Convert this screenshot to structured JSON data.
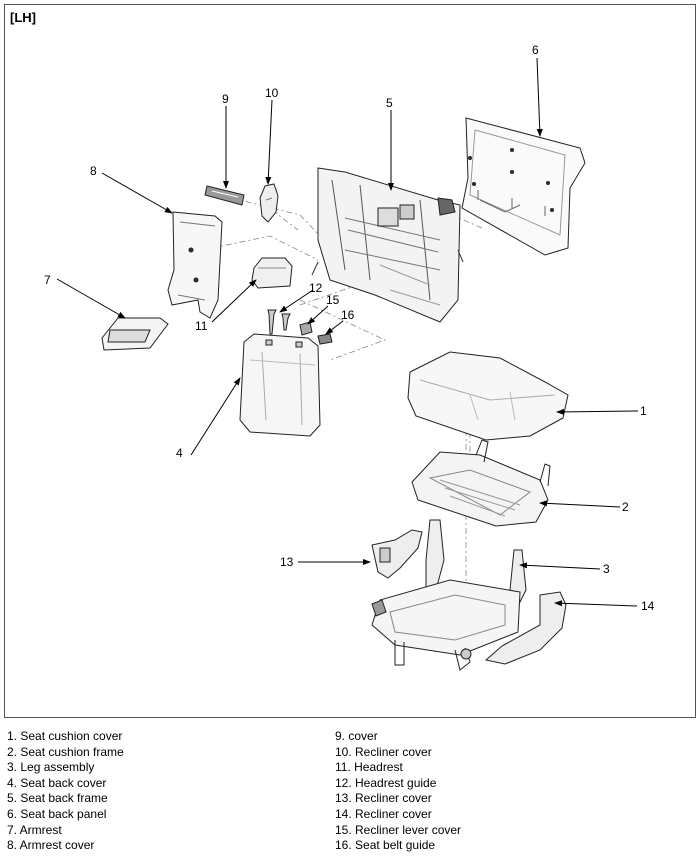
{
  "view_label": "[LH]",
  "callouts": [
    "1",
    "2",
    "3",
    "4",
    "5",
    "6",
    "7",
    "8",
    "9",
    "10",
    "11",
    "12",
    "13",
    "14",
    "15",
    "16"
  ],
  "legend": {
    "left": [
      "1. Seat cushion cover",
      "2. Seat cushion frame",
      "3. Leg assembly",
      "4. Seat back cover",
      "5. Seat back frame",
      "6. Seat back panel",
      "7. Armrest",
      "8. Armrest cover"
    ],
    "right": [
      "9. cover",
      "10. Recliner cover",
      "11. Headrest",
      "12. Headrest guide",
      "13. Recliner cover",
      "14. Recliner cover",
      "15. Recliner lever cover",
      "16. Seat belt guide"
    ]
  }
}
